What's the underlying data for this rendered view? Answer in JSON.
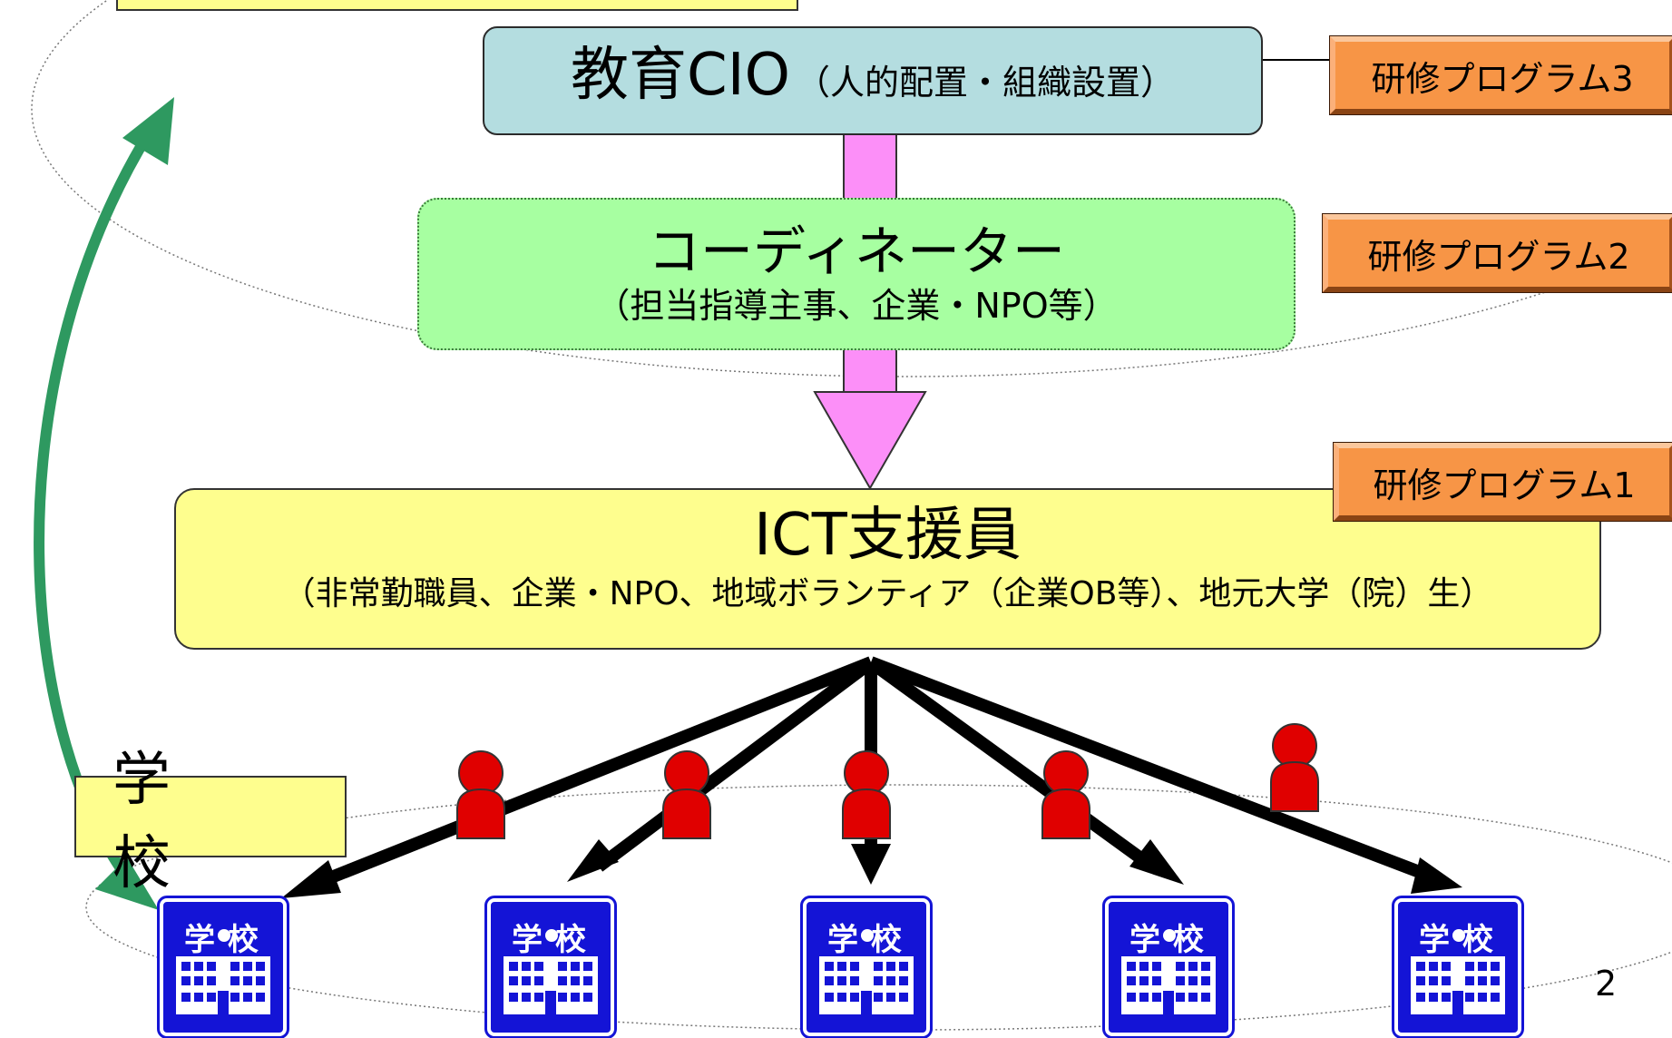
{
  "cio": {
    "title": "教育CIO",
    "sub": "（人的配置・組織設置）"
  },
  "coordinator": {
    "title": "コーディネーター",
    "sub": "（担当指導主事、企業・NPO等）"
  },
  "ict_support": {
    "title": "ICT支援員",
    "sub": "（非常勤職員、企業・NPO、地域ボランティア（企業OB等）、地元大学（院）生）"
  },
  "programs": [
    "研修プログラム3",
    "研修プログラム2",
    "研修プログラム1"
  ],
  "school_label": "学 校",
  "schools": [
    {
      "label": "学校"
    },
    {
      "label": "学校"
    },
    {
      "label": "学校"
    },
    {
      "label": "学校"
    },
    {
      "label": "学校"
    }
  ],
  "page_number": "2",
  "colors": {
    "cio_fill": "#b4dde0",
    "coordinator_fill": "#a7ffa1",
    "ict_fill": "#fefe8e",
    "program_fill": "#f79546",
    "pink_arrow": "#fc8ff8",
    "green_arrow": "#2e9960",
    "person": "#e00000",
    "school_icon": "#1414d6"
  }
}
